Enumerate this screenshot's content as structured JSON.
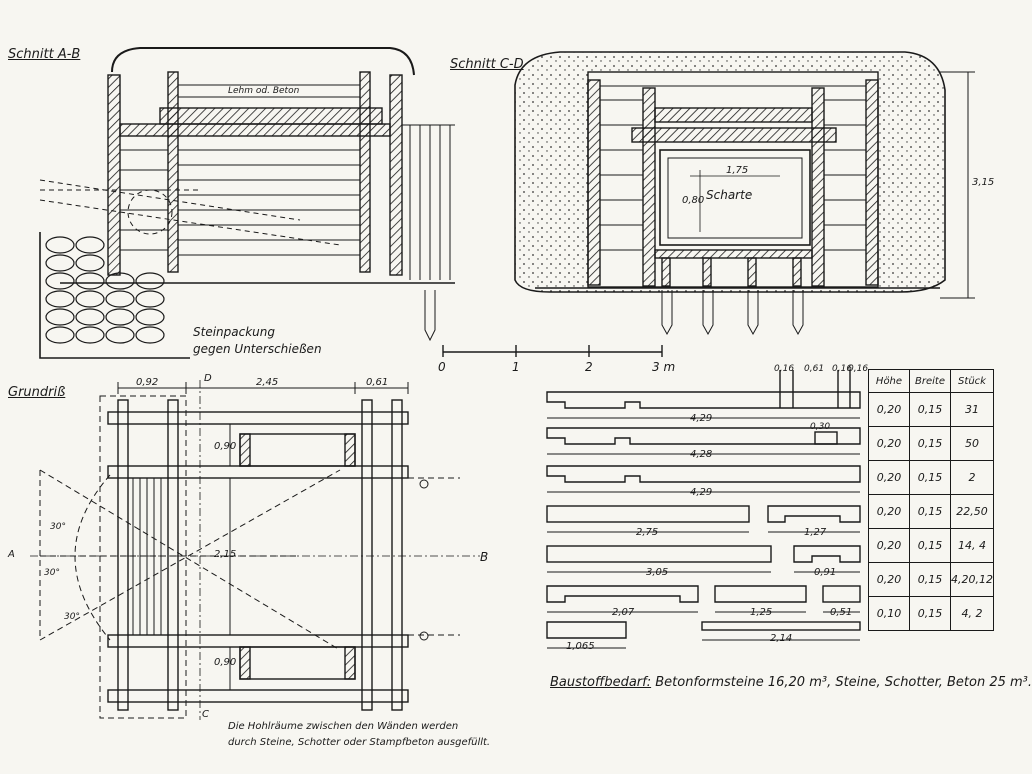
{
  "sections": {
    "ab_title": "Schnitt A-B",
    "cd_title": "Schnitt C-D",
    "plan_title": "Grundriß"
  },
  "labels": {
    "lehm_beton": "Lehm od. Beton",
    "steinpackung_1": "Steinpackung",
    "steinpackung_2": "gegen Unterschießen",
    "scharte": "Scharte",
    "scharte_width": "1,75",
    "scharte_height": "0,80",
    "height_cd": "3,15",
    "hohlraeume_1": "Die Hohlräume zwischen den Wänden werden",
    "hohlraeume_2": "durch Steine, Schotter oder Stampfbeton ausgefüllt.",
    "point_a": "A",
    "point_b": "B",
    "point_c": "C",
    "point_d": "D",
    "angle_1": "30°",
    "angle_2": "30°",
    "angle_3": "30°"
  },
  "plan_dims": {
    "top_1": "0,92",
    "top_2": "2,45",
    "top_3": "0,61",
    "side_1": "0,90",
    "side_2": "2,15",
    "side_3": "0,90"
  },
  "scale": {
    "ticks": [
      "0",
      "1",
      "2",
      "3 m"
    ]
  },
  "stones": {
    "top_dims": [
      "0,16",
      "0,61",
      "0,16",
      "0,16"
    ],
    "small_dim": "0,30",
    "lengths": [
      "4,29",
      "4,28",
      "4,29",
      "2,75",
      "1,27",
      "3,05",
      "0,91",
      "2,07",
      "1,25",
      "0,51",
      "1,065",
      "2,14"
    ]
  },
  "table": {
    "headers": [
      "Höhe",
      "Breite",
      "Stück"
    ],
    "rows": [
      [
        "0,20",
        "0,15",
        "31"
      ],
      [
        "0,20",
        "0,15",
        "50"
      ],
      [
        "0,20",
        "0,15",
        "2"
      ],
      [
        "0,20",
        "0,15",
        "22,50"
      ],
      [
        "0,20",
        "0,15",
        "14, 4"
      ],
      [
        "0,20",
        "0,15",
        "4,20,12"
      ],
      [
        "0,10",
        "0,15",
        "4, 2"
      ]
    ]
  },
  "baustoff": {
    "label": "Baustoffbedarf:",
    "text": "Betonformsteine 16,20 m³, Steine, Schotter, Beton 25 m³."
  }
}
